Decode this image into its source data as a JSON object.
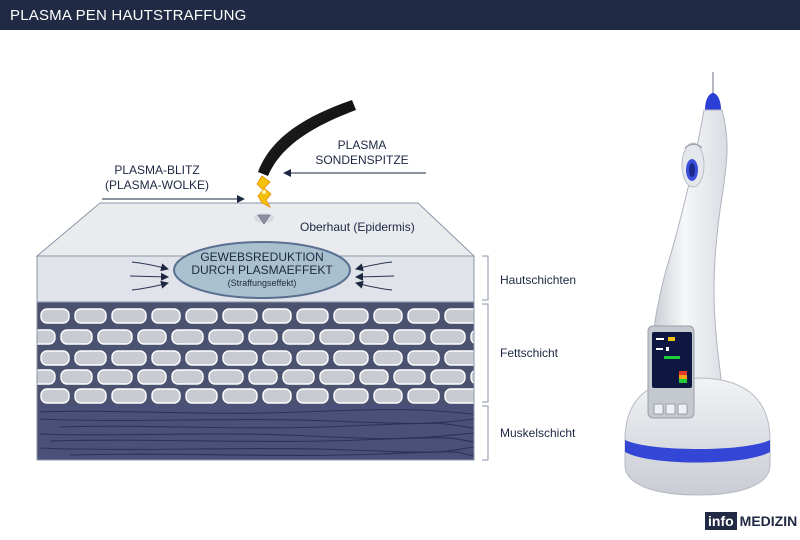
{
  "header": {
    "title": "PLASMA PEN HAUTSTRAFFUNG"
  },
  "labels": {
    "plasma_flash_line1": "PLASMA-BLITZ",
    "plasma_flash_line2": "(PLASMA-WOLKE)",
    "probe_line1": "PLASMA",
    "probe_line2": "SONDENSPITZE",
    "epidermis": "Oberhaut (Epidermis)",
    "reduction_line1": "GEWEBSREDUKTION",
    "reduction_line2": "DURCH PLASMAEFFEKT",
    "reduction_line3": "(Straffungseffekt)"
  },
  "layers": {
    "skin": "Hautschichten",
    "fat": "Fettschicht",
    "muscle": "Muskelschicht"
  },
  "brand": {
    "info": "info",
    "medizin": "MEDIZIN"
  },
  "colors": {
    "header_bg": "#212a44",
    "epidermis": "#e6e8ec",
    "skin_layer": "#dfe3ea",
    "fat_bg": "#4b5270",
    "fat_cell": "#c9cbd3",
    "muscle": "#4a5077",
    "ellipse": "#aac2cf",
    "device_accent": "#2f3fd0",
    "flame": "#f4c20d"
  }
}
